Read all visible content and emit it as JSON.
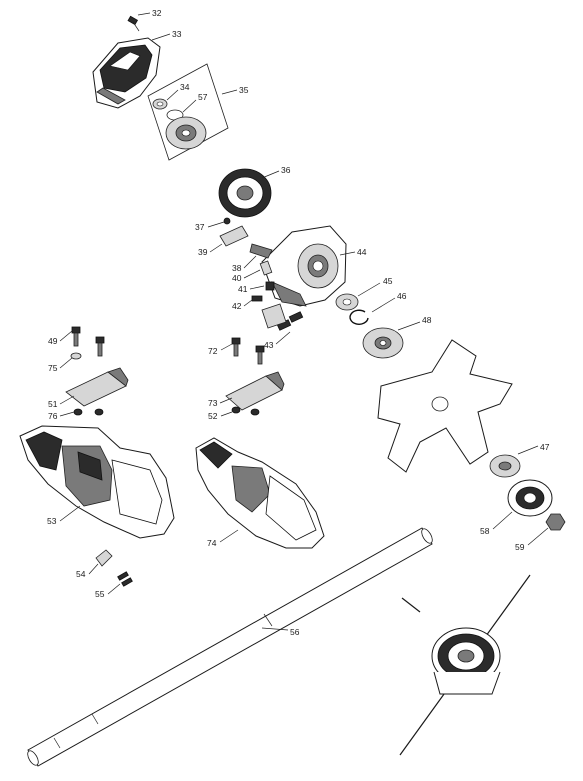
{
  "diagram": {
    "part_numbers": [
      "32",
      "33",
      "34",
      "57",
      "35",
      "36",
      "37",
      "39",
      "38",
      "40",
      "41",
      "42",
      "44",
      "45",
      "46",
      "48",
      "43",
      "49",
      "75",
      "72",
      "51",
      "76",
      "73",
      "52",
      "47",
      "53",
      "74",
      "58",
      "59",
      "54",
      "55",
      "56"
    ]
  },
  "colors": {
    "ink": "#1a1a1a",
    "mid": "#7a7a7a",
    "light": "#d6d6d6",
    "background": "#ffffff"
  }
}
